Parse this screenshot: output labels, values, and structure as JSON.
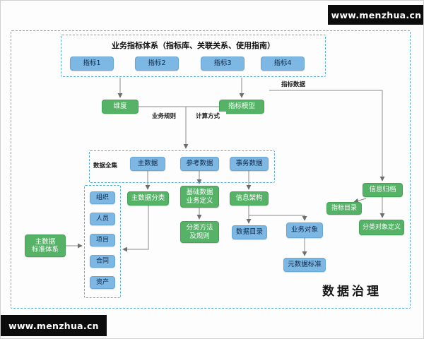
{
  "watermarks": {
    "top": "www.menzhua.cn",
    "bottom": "www.menzhua.cn"
  },
  "colors": {
    "node_blue": "#7db7e3",
    "node_green": "#55b267",
    "dashed_border": "#57aee0",
    "connector": "#8c8c8c",
    "banner_bg": "#0c0c0c"
  },
  "indicator_system": {
    "title": "业务指标体系（指标库、关联关系、使用指南）",
    "indicators": [
      "指标1",
      "指标2",
      "指标3",
      "指标4"
    ]
  },
  "model_layer": {
    "dimension": "维度",
    "indicator_model": "指标模型",
    "business_rule": "业务规则",
    "calc_method": "计算方式",
    "indicator_data": "指标数据"
  },
  "data_universe": {
    "label": "数据全集",
    "master_data": "主数据",
    "reference_data": "参考数据",
    "transaction_data": "事务数据"
  },
  "master_branch": {
    "classification": "主数据分类",
    "standard_system": "主数据\n标准体系",
    "domains": [
      "组织",
      "人员",
      "项目",
      "合同",
      "资产"
    ]
  },
  "reference_branch": {
    "basic_definition": "基础数据\n业务定义",
    "classification_rules": "分类方法\n及规则"
  },
  "transaction_branch": {
    "info_architecture": "信息架构",
    "data_catalog": "数据目录",
    "business_object": "业务对象",
    "metadata_standard": "元数据标准"
  },
  "right_branch": {
    "info_archive": "信息归档",
    "indicator_catalog": "指标目录",
    "classification_object": "分类对象定义"
  },
  "footer": {
    "title": "数据治理"
  }
}
